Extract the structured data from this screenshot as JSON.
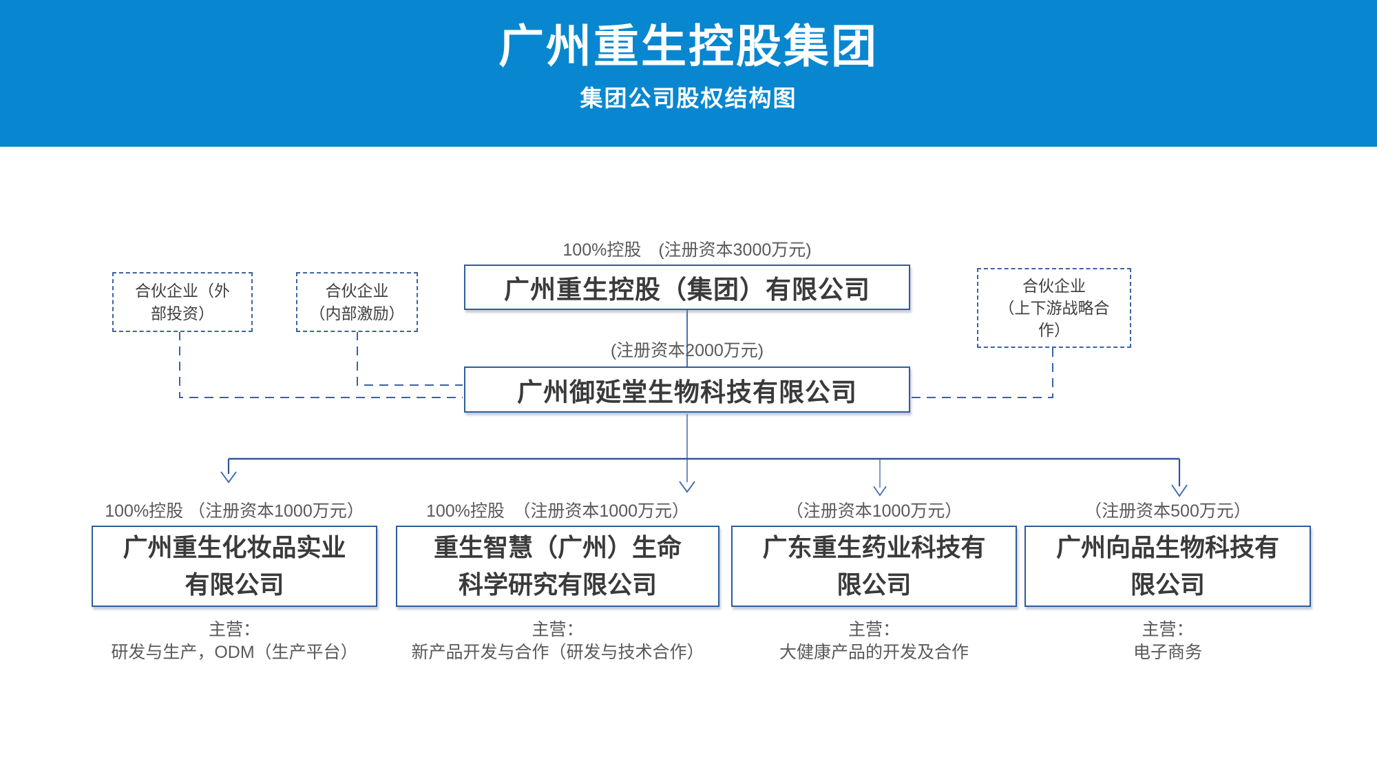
{
  "header": {
    "title": "广州重生控股集团",
    "subtitle": "集团公司股权结构图"
  },
  "colors": {
    "banner_bg": "#0887d0",
    "line_blue": "#2f5597",
    "arrow_blue": "#4a6fb5",
    "box_border": "#2e5b9b",
    "box_text": "#3a3a3a",
    "label_gray": "#595959"
  },
  "top": {
    "holding_label": "100%控股　(注册资本3000万元)",
    "parent_company": "广州重生控股（集团）有限公司",
    "mid_label": "(注册资本2000万元)",
    "operating_company": "广州御延堂生物科技有限公司",
    "partner_boxes": [
      {
        "label": "合伙企业（外\n部投资）"
      },
      {
        "label": "合伙企业\n（内部激励）"
      },
      {
        "label": "合伙企业\n（上下游战略合\n作）"
      }
    ]
  },
  "subsidiaries": [
    {
      "label": "100%控股 （注册资本1000万元）",
      "name": "广州重生化妆品实业\n有限公司",
      "business_title": "主营：",
      "business": "研发与生产，ODM（生产平台）"
    },
    {
      "label": "100%控股　（注册资本1000万元）",
      "name": "重生智慧（广州）生命\n科学研究有限公司",
      "business_title": "主营：",
      "business": "新产品开发与合作（研发与技术合作）"
    },
    {
      "label": "（注册资本1000万元）",
      "name": "广东重生药业科技有\n限公司",
      "business_title": "主营：",
      "business": "大健康产品的开发及合作"
    },
    {
      "label": "（注册资本500万元）",
      "name": "广州向品生物科技有\n限公司",
      "business_title": "主营：",
      "business": "电子商务"
    }
  ]
}
